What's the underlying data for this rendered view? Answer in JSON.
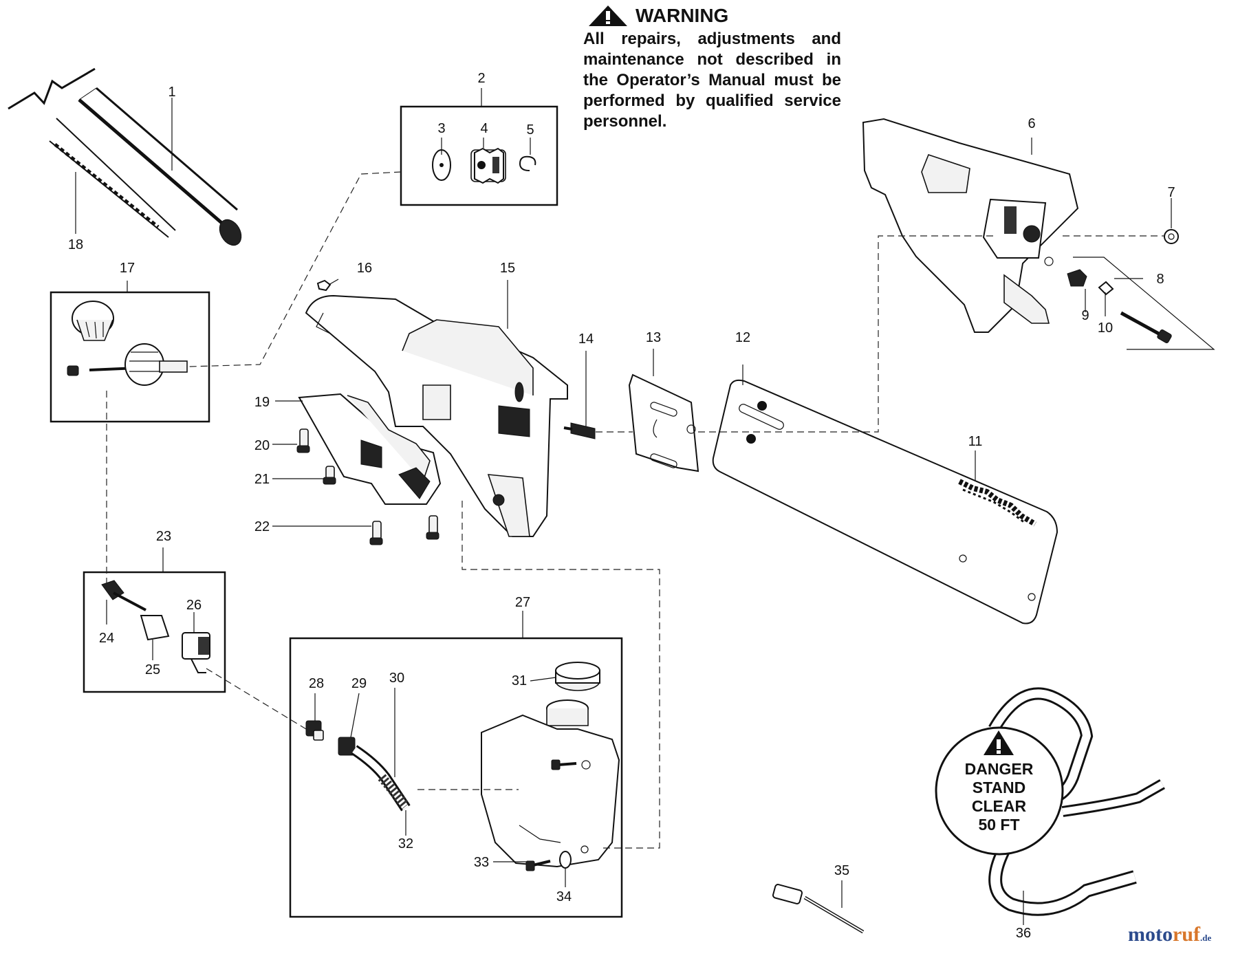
{
  "warning": {
    "title": "WARNING",
    "text": "All repairs, adjustments and maintenance not described in the Operator’s Manual must be performed by qualified service personnel."
  },
  "danger_label": {
    "lines": [
      "DANGER",
      "STAND",
      "CLEAR",
      "50 FT"
    ]
  },
  "watermark": {
    "part1": "moto",
    "part2": "ruf",
    "part3": ".de"
  },
  "callouts": [
    "1",
    "2",
    "3",
    "4",
    "5",
    "6",
    "7",
    "8",
    "9",
    "10",
    "11",
    "12",
    "13",
    "14",
    "15",
    "16",
    "17",
    "18",
    "19",
    "20",
    "21",
    "22",
    "23",
    "24",
    "25",
    "26",
    "27",
    "28",
    "29",
    "30",
    "31",
    "32",
    "33",
    "34",
    "35",
    "36"
  ]
}
